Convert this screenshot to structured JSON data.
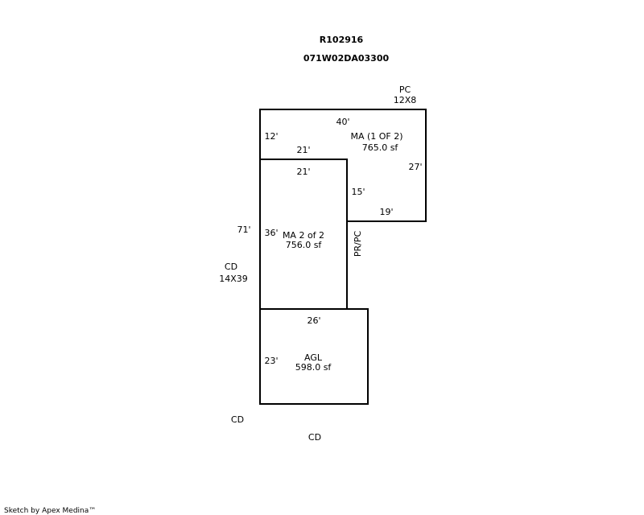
{
  "header": {
    "account": "R102916",
    "map_tax_lot": "071W02DA03300"
  },
  "areas": {
    "ma1": {
      "name": "MA (1 OF 2)",
      "area": "765.0 sf"
    },
    "ma2": {
      "name": "MA 2 of 2",
      "area": "756.0 sf"
    },
    "agl": {
      "name": "AGL",
      "area": "598.0 sf"
    }
  },
  "dimensions": {
    "ma1_top": "40'",
    "ma1_left": "12'",
    "ma1_bottom_left": "21'",
    "ma1_right": "27'",
    "ma1_inner_vertical": "15'",
    "ma1_bottom_right": "19'",
    "ma2_top": "21'",
    "ma2_left": "36'",
    "overall_left": "71'",
    "agl_top": "26'",
    "agl_left": "23'"
  },
  "features": {
    "pc": {
      "name": "PC",
      "size": "12X8"
    },
    "cd_side": {
      "name": "CD",
      "size": "14X39"
    },
    "pr_pc": "PR/PC",
    "cd_bottom_left": "CD",
    "cd_bottom": "CD"
  },
  "footer": {
    "credit": "Sketch by Apex Medina™"
  }
}
